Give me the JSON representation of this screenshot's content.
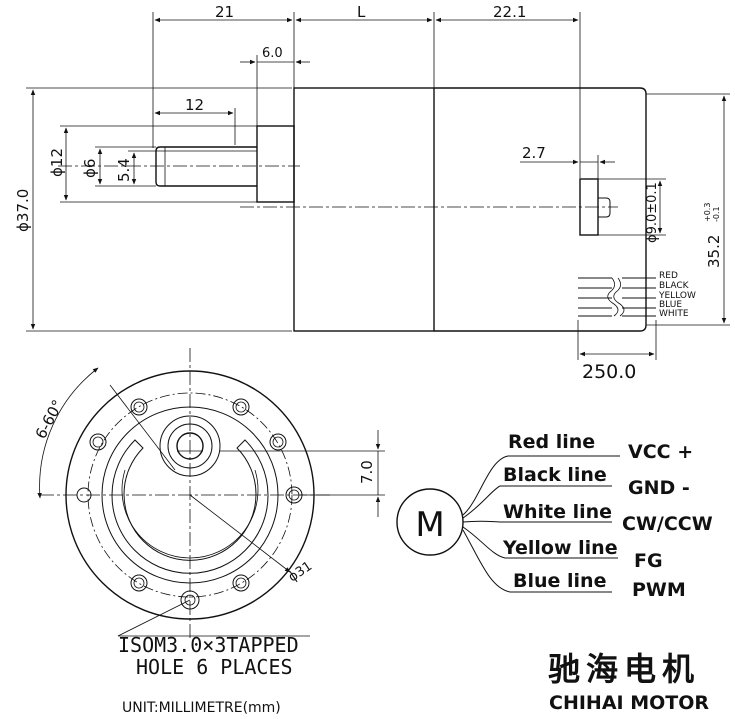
{
  "side_view": {
    "dim_21": "21",
    "dim_L": "L",
    "dim_22_1": "22.1",
    "dim_6_0": "6.0",
    "dim_12": "12",
    "dim_phi12": "ϕ12",
    "dim_phi6": "ϕ6",
    "dim_5_4": "5.4",
    "dim_phi37": "ϕ37.0",
    "dim_2_7": "2.7",
    "dim_phi9": "ϕ9.0±0.1",
    "dim_35_2": "35.2",
    "dim_35_2_tol_upper": "+0.3",
    "dim_35_2_tol_lower": "-0.1",
    "dim_250": "250.0",
    "wires": [
      "RED",
      "BLACK",
      "YELLOW",
      "BLUE",
      "WHITE"
    ]
  },
  "front_view": {
    "angle_label": "6-60°",
    "dim_7_0": "7.0",
    "dim_phi31": "ϕ31",
    "tapped_line1": "ISOM3.0×3TAPPED",
    "tapped_line2": "HOLE 6 PLACES"
  },
  "wiring": {
    "motor_symbol": "M",
    "lines": [
      {
        "wire": "Red line",
        "signal": "VCC +"
      },
      {
        "wire": "Black line",
        "signal": "GND -"
      },
      {
        "wire": "White line",
        "signal": "CW/CCW"
      },
      {
        "wire": "Yellow line",
        "signal": "FG"
      },
      {
        "wire": "Blue line",
        "signal": "PWM"
      }
    ]
  },
  "brand": {
    "chinese": "驰海电机",
    "english": "CHIHAI MOTOR"
  },
  "unit_label": "UNIT:MILLIMETRE(mm)"
}
